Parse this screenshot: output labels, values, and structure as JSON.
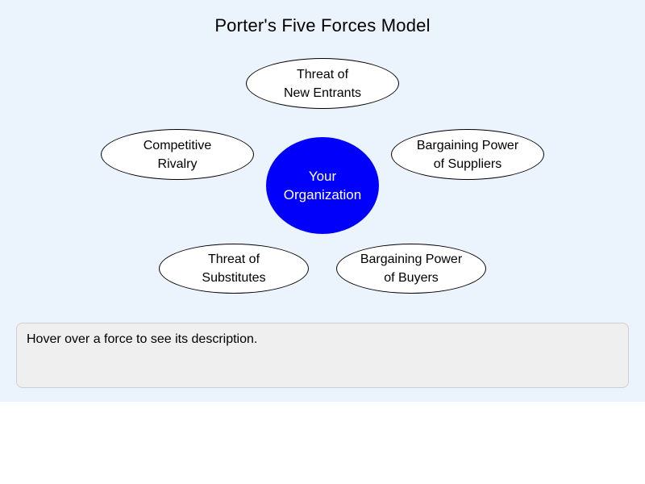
{
  "title": "Porter's Five Forces Model",
  "diagram": {
    "center": {
      "line1": "Your",
      "line2": "Organization"
    },
    "forces": [
      {
        "name": "threat-of-new-entrants",
        "line1": "Threat of",
        "line2": "New Entrants"
      },
      {
        "name": "competitive-rivalry",
        "line1": "Competitive",
        "line2": "Rivalry"
      },
      {
        "name": "bargaining-power-of-suppliers",
        "line1": "Bargaining Power",
        "line2": "of Suppliers"
      },
      {
        "name": "threat-of-substitutes",
        "line1": "Threat of",
        "line2": "Substitutes"
      },
      {
        "name": "bargaining-power-of-buyers",
        "line1": "Bargaining Power",
        "line2": "of Buyers"
      }
    ]
  },
  "description_panel": {
    "text": "Hover over a force to see its description."
  },
  "colors": {
    "page_background": "#ebf3fc",
    "ellipse_fill": "#ffffff",
    "ellipse_border": "#000000",
    "center_fill": "#0000fb",
    "center_text": "#ffffff",
    "panel_fill": "#efefef",
    "panel_border": "#d0d0d0",
    "text": "#000000"
  }
}
